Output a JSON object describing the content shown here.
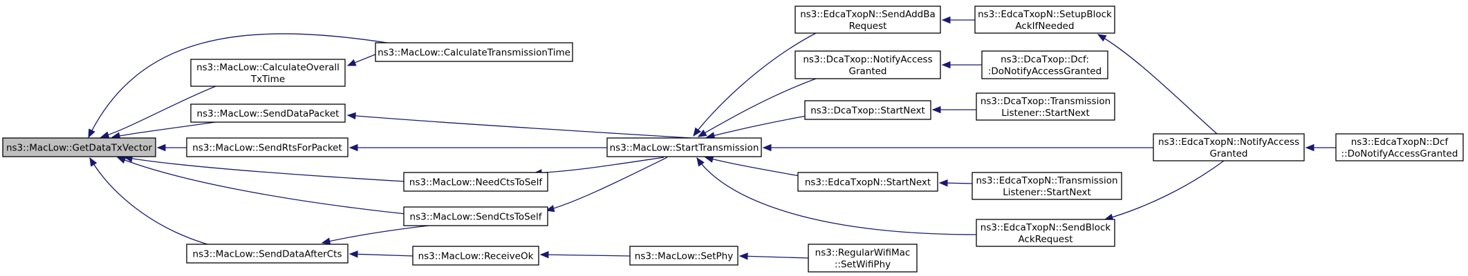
{
  "graph": {
    "title": "Call graph of ns3::MacLow::GetDataTxVector",
    "colors": {
      "edge": "#191970",
      "root_fill": "#bfbfbf",
      "node_fill": "#ffffff",
      "node_border": "#000000"
    },
    "nodes": [
      {
        "id": "getdatatxvector",
        "lines": [
          "ns3::MacLow::GetDataTxVector"
        ],
        "root": true
      },
      {
        "id": "calculateoveralltxtime",
        "lines": [
          "ns3::MacLow::CalculateOverall",
          "TxTime"
        ]
      },
      {
        "id": "calculatetransmissiontime",
        "lines": [
          "ns3::MacLow::CalculateTransmissionTime"
        ]
      },
      {
        "id": "senddatapacket",
        "lines": [
          "ns3::MacLow::SendDataPacket"
        ]
      },
      {
        "id": "sendrtsforpacket",
        "lines": [
          "ns3::MacLow::SendRtsForPacket"
        ]
      },
      {
        "id": "needctstoself",
        "lines": [
          "ns3::MacLow::NeedCtsToSelf"
        ]
      },
      {
        "id": "sendctstoself",
        "lines": [
          "ns3::MacLow::SendCtsToSelf"
        ]
      },
      {
        "id": "senddataaftercts",
        "lines": [
          "ns3::MacLow::SendDataAfterCts"
        ]
      },
      {
        "id": "receiveok",
        "lines": [
          "ns3::MacLow::ReceiveOk"
        ]
      },
      {
        "id": "starttransmission",
        "lines": [
          "ns3::MacLow::StartTransmission"
        ]
      },
      {
        "id": "setphy",
        "lines": [
          "ns3::MacLow::SetPhy"
        ]
      },
      {
        "id": "setwifiphy",
        "lines": [
          "ns3::RegularWifiMac",
          "::SetWifiPhy"
        ]
      },
      {
        "id": "edca-sendaddbarequest",
        "lines": [
          "ns3::EdcaTxopN::SendAddBa",
          "Request"
        ]
      },
      {
        "id": "dca-notifyaccessgranted",
        "lines": [
          "ns3::DcaTxop::NotifyAccess",
          "Granted"
        ]
      },
      {
        "id": "dca-startnext",
        "lines": [
          "ns3::DcaTxop::StartNext"
        ]
      },
      {
        "id": "edca-startnext",
        "lines": [
          "ns3::EdcaTxopN::StartNext"
        ]
      },
      {
        "id": "edca-sendblockackrequest",
        "lines": [
          "ns3::EdcaTxopN::SendBlock",
          "AckRequest"
        ]
      },
      {
        "id": "edca-setupblockackifneeded",
        "lines": [
          "ns3::EdcaTxopN::SetupBlock",
          "AckIfNeeded"
        ]
      },
      {
        "id": "dcf-donotifyaccessgranted",
        "lines": [
          "ns3::DcaTxop::Dcf:",
          ":DoNotifyAccessGranted"
        ]
      },
      {
        "id": "dca-transmissionlistener-startnext",
        "lines": [
          "ns3::DcaTxop::Transmission",
          "Listener::StartNext"
        ]
      },
      {
        "id": "edca-transmissionlistener-startnext",
        "lines": [
          "ns3::EdcaTxopN::Transmission",
          "Listener::StartNext"
        ]
      },
      {
        "id": "edca-notifyaccessgranted",
        "lines": [
          "ns3::EdcaTxopN::NotifyAccess",
          "Granted"
        ]
      },
      {
        "id": "edca-dcf-donotifyaccessgranted",
        "lines": [
          "ns3::EdcaTxopN::Dcf",
          "::DoNotifyAccessGranted"
        ]
      }
    ],
    "edges": [
      {
        "from": "calculateoveralltxtime",
        "to": "getdatatxvector"
      },
      {
        "from": "calculatetransmissiontime",
        "to": "getdatatxvector"
      },
      {
        "from": "senddatapacket",
        "to": "getdatatxvector"
      },
      {
        "from": "sendrtsforpacket",
        "to": "getdatatxvector"
      },
      {
        "from": "needctstoself",
        "to": "getdatatxvector"
      },
      {
        "from": "sendctstoself",
        "to": "getdatatxvector"
      },
      {
        "from": "senddataaftercts",
        "to": "getdatatxvector"
      },
      {
        "from": "calculatetransmissiontime",
        "to": "calculateoveralltxtime"
      },
      {
        "from": "starttransmission",
        "to": "senddatapacket"
      },
      {
        "from": "starttransmission",
        "to": "sendrtsforpacket"
      },
      {
        "from": "starttransmission",
        "to": "needctstoself"
      },
      {
        "from": "starttransmission",
        "to": "sendctstoself"
      },
      {
        "from": "sendctstoself",
        "to": "senddataaftercts"
      },
      {
        "from": "receiveok",
        "to": "senddataaftercts"
      },
      {
        "from": "setphy",
        "to": "receiveok"
      },
      {
        "from": "setwifiphy",
        "to": "setphy"
      },
      {
        "from": "edca-sendaddbarequest",
        "to": "starttransmission"
      },
      {
        "from": "dca-notifyaccessgranted",
        "to": "starttransmission"
      },
      {
        "from": "dca-startnext",
        "to": "starttransmission"
      },
      {
        "from": "edca-notifyaccessgranted",
        "to": "starttransmission"
      },
      {
        "from": "edca-startnext",
        "to": "starttransmission"
      },
      {
        "from": "edca-sendblockackrequest",
        "to": "starttransmission"
      },
      {
        "from": "edca-setupblockackifneeded",
        "to": "edca-sendaddbarequest"
      },
      {
        "from": "dcf-donotifyaccessgranted",
        "to": "dca-notifyaccessgranted"
      },
      {
        "from": "dca-transmissionlistener-startnext",
        "to": "dca-startnext"
      },
      {
        "from": "edca-transmissionlistener-startnext",
        "to": "edca-startnext"
      },
      {
        "from": "edca-notifyaccessgranted",
        "to": "edca-setupblockackifneeded"
      },
      {
        "from": "edca-notifyaccessgranted",
        "to": "edca-sendblockackrequest"
      },
      {
        "from": "edca-dcf-donotifyaccessgranted",
        "to": "edca-notifyaccessgranted"
      }
    ]
  }
}
